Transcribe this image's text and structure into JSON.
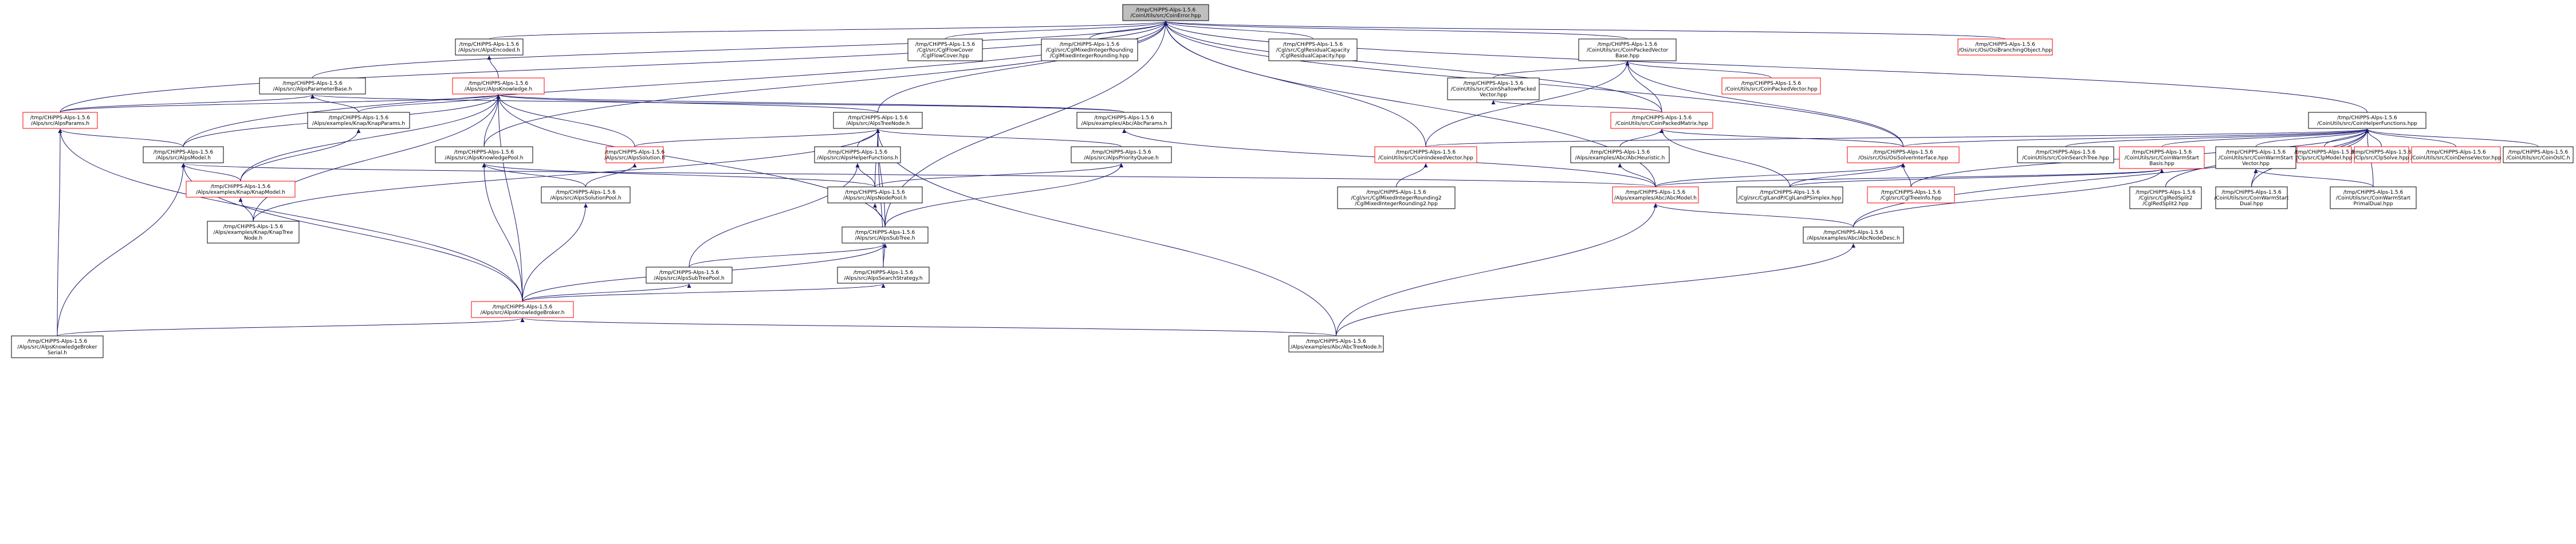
{
  "colors": {
    "edge": "#191970",
    "box_normal": "#000000",
    "box_incomplete": "#ff0000",
    "root_fill": "#bfbfbf"
  },
  "nodes": [
    {
      "id": "n0",
      "kind": "root",
      "lines": [
        "/tmp/CHiPPS-Alps-1.5.6",
        "/CoinUtils/src/CoinError.hpp"
      ]
    },
    {
      "id": "n1",
      "kind": "normal",
      "lines": [
        "/tmp/CHiPPS-Alps-1.5.6",
        "/Alps/src/AlpsEncoded.h"
      ]
    },
    {
      "id": "n2",
      "kind": "normal",
      "lines": [
        "/tmp/CHiPPS-Alps-1.5.6",
        "/Cgl/src/CglFlowCover",
        "/CglFlowCover.hpp"
      ]
    },
    {
      "id": "n3",
      "kind": "normal",
      "lines": [
        "/tmp/CHiPPS-Alps-1.5.6",
        "/Cgl/src/CglMixedIntegerRounding",
        "/CglMixedIntegerRounding.hpp"
      ]
    },
    {
      "id": "n4",
      "kind": "normal",
      "lines": [
        "/tmp/CHiPPS-Alps-1.5.6",
        "/Cgl/src/CglResidualCapacity",
        "/CglResidualCapacity.hpp"
      ]
    },
    {
      "id": "n5",
      "kind": "normal",
      "lines": [
        "/tmp/CHiPPS-Alps-1.5.6",
        "/CoinUtils/src/CoinPackedVector",
        "Base.hpp"
      ]
    },
    {
      "id": "n6",
      "kind": "incomplete",
      "lines": [
        "/tmp/CHiPPS-Alps-1.5.6",
        "/Osi/src/Osi/OsiBranchingObject.hpp"
      ]
    },
    {
      "id": "n7",
      "kind": "normal",
      "lines": [
        "/tmp/CHiPPS-Alps-1.5.6",
        "/Alps/src/AlpsParameterBase.h"
      ]
    },
    {
      "id": "n8",
      "kind": "incomplete",
      "lines": [
        "/tmp/CHiPPS-Alps-1.5.6",
        "/Alps/src/AlpsKnowledge.h"
      ]
    },
    {
      "id": "n9",
      "kind": "normal",
      "lines": [
        "/tmp/CHiPPS-Alps-1.5.6",
        "/CoinUtils/src/CoinShallowPacked",
        "Vector.hpp"
      ]
    },
    {
      "id": "n10",
      "kind": "incomplete",
      "lines": [
        "/tmp/CHiPPS-Alps-1.5.6",
        "/CoinUtils/src/CoinPackedVector.hpp"
      ]
    },
    {
      "id": "n11",
      "kind": "incomplete",
      "lines": [
        "/tmp/CHiPPS-Alps-1.5.6",
        "/Alps/src/AlpsParams.h"
      ]
    },
    {
      "id": "n12",
      "kind": "normal",
      "lines": [
        "/tmp/CHiPPS-Alps-1.5.6",
        "/Alps/examples/Knap/KnapParams.h"
      ]
    },
    {
      "id": "n13",
      "kind": "normal",
      "lines": [
        "/tmp/CHiPPS-Alps-1.5.6",
        "/Alps/src/AlpsTreeNode.h"
      ]
    },
    {
      "id": "n14",
      "kind": "normal",
      "lines": [
        "/tmp/CHiPPS-Alps-1.5.6",
        "/Alps/examples/Abc/AbcParams.h"
      ]
    },
    {
      "id": "n15",
      "kind": "incomplete",
      "lines": [
        "/tmp/CHiPPS-Alps-1.5.6",
        "/CoinUtils/src/CoinPackedMatrix.hpp"
      ]
    },
    {
      "id": "n16",
      "kind": "normal",
      "lines": [
        "/tmp/CHiPPS-Alps-1.5.6",
        "/CoinUtils/src/CoinHelperFunctions.hpp"
      ]
    },
    {
      "id": "n17",
      "kind": "normal",
      "lines": [
        "/tmp/CHiPPS-Alps-1.5.6",
        "/Alps/src/AlpsModel.h"
      ]
    },
    {
      "id": "n18",
      "kind": "normal",
      "lines": [
        "/tmp/CHiPPS-Alps-1.5.6",
        "/Alps/src/AlpsKnowledgePool.h"
      ]
    },
    {
      "id": "n19",
      "kind": "incomplete",
      "lines": [
        "/tmp/CHiPPS-Alps-1.5.6",
        "/Alps/src/AlpsSolution.h"
      ]
    },
    {
      "id": "n20",
      "kind": "normal",
      "lines": [
        "/tmp/CHiPPS-Alps-1.5.6",
        "/Alps/src/AlpsHelperFunctions.h"
      ]
    },
    {
      "id": "n21",
      "kind": "normal",
      "lines": [
        "/tmp/CHiPPS-Alps-1.5.6",
        "/Alps/src/AlpsPriorityQueue.h"
      ]
    },
    {
      "id": "n22",
      "kind": "incomplete",
      "lines": [
        "/tmp/CHiPPS-Alps-1.5.6",
        "/CoinUtils/src/CoinIndexedVector.hpp"
      ]
    },
    {
      "id": "n23",
      "kind": "normal",
      "lines": [
        "/tmp/CHiPPS-Alps-1.5.6",
        "/Alps/examples/Abc/AbcHeuristic.h"
      ]
    },
    {
      "id": "n24",
      "kind": "incomplete",
      "lines": [
        "/tmp/CHiPPS-Alps-1.5.6",
        "/Osi/src/Osi/OsiSolverInterface.hpp"
      ]
    },
    {
      "id": "n25",
      "kind": "normal",
      "lines": [
        "/tmp/CHiPPS-Alps-1.5.6",
        "/CoinUtils/src/CoinSearchTree.hpp"
      ]
    },
    {
      "id": "n26",
      "kind": "incomplete",
      "lines": [
        "/tmp/CHiPPS-Alps-1.5.6",
        "/CoinUtils/src/CoinWarmStart",
        "Basis.hpp"
      ]
    },
    {
      "id": "n27",
      "kind": "normal",
      "lines": [
        "/tmp/CHiPPS-Alps-1.5.6",
        "/CoinUtils/src/CoinWarmStart",
        "Vector.hpp"
      ]
    },
    {
      "id": "n28",
      "kind": "incomplete",
      "lines": [
        "/tmp/CHiPPS-Alps-1.5.6",
        "/Clp/src/ClpModel.hpp"
      ]
    },
    {
      "id": "n29",
      "kind": "incomplete",
      "lines": [
        "/tmp/CHiPPS-Alps-1.5.6",
        "/Clp/src/ClpSolve.hpp"
      ]
    },
    {
      "id": "n30",
      "kind": "incomplete",
      "lines": [
        "/tmp/CHiPPS-Alps-1.5.6",
        "/CoinUtils/src/CoinDenseVector.hpp"
      ]
    },
    {
      "id": "n31",
      "kind": "normal",
      "lines": [
        "/tmp/CHiPPS-Alps-1.5.6",
        "/CoinUtils/src/CoinOslC.h"
      ]
    },
    {
      "id": "n32",
      "kind": "incomplete",
      "lines": [
        "/tmp/CHiPPS-Alps-1.5.6",
        "/Alps/examples/Knap/KnapModel.h"
      ]
    },
    {
      "id": "n33",
      "kind": "normal",
      "lines": [
        "/tmp/CHiPPS-Alps-1.5.6",
        "/Alps/src/AlpsSolutionPool.h"
      ]
    },
    {
      "id": "n34",
      "kind": "normal",
      "lines": [
        "/tmp/CHiPPS-Alps-1.5.6",
        "/Alps/src/AlpsNodePool.h"
      ]
    },
    {
      "id": "n35",
      "kind": "normal",
      "lines": [
        "/tmp/CHiPPS-Alps-1.5.6",
        "/Cgl/src/CglMixedIntegerRounding2",
        "/CglMixedIntegerRounding2.hpp"
      ]
    },
    {
      "id": "n36",
      "kind": "incomplete",
      "lines": [
        "/tmp/CHiPPS-Alps-1.5.6",
        "/Alps/examples/Abc/AbcModel.h"
      ]
    },
    {
      "id": "n37",
      "kind": "normal",
      "lines": [
        "/tmp/CHiPPS-Alps-1.5.6",
        "/Cgl/src/CglLandP/CglLandPSimplex.hpp"
      ]
    },
    {
      "id": "n38",
      "kind": "incomplete",
      "lines": [
        "/tmp/CHiPPS-Alps-1.5.6",
        "/Cgl/src/CglTreeInfo.hpp"
      ]
    },
    {
      "id": "n39",
      "kind": "normal",
      "lines": [
        "/tmp/CHiPPS-Alps-1.5.6",
        "/Cgl/src/CglRedSplit2",
        "/CglRedSplit2.hpp"
      ]
    },
    {
      "id": "n40",
      "kind": "normal",
      "lines": [
        "/tmp/CHiPPS-Alps-1.5.6",
        "/CoinUtils/src/CoinWarmStart",
        "Dual.hpp"
      ]
    },
    {
      "id": "n41",
      "kind": "normal",
      "lines": [
        "/tmp/CHiPPS-Alps-1.5.6",
        "/CoinUtils/src/CoinWarmStart",
        "PrimalDual.hpp"
      ]
    },
    {
      "id": "n42",
      "kind": "normal",
      "lines": [
        "/tmp/CHiPPS-Alps-1.5.6",
        "/Alps/examples/Knap/KnapTree",
        "Node.h"
      ]
    },
    {
      "id": "n43",
      "kind": "normal",
      "lines": [
        "/tmp/CHiPPS-Alps-1.5.6",
        "/Alps/src/AlpsSubTree.h"
      ]
    },
    {
      "id": "n44",
      "kind": "normal",
      "lines": [
        "/tmp/CHiPPS-Alps-1.5.6",
        "/Alps/examples/Abc/AbcNodeDesc.h"
      ]
    },
    {
      "id": "n45",
      "kind": "normal",
      "lines": [
        "/tmp/CHiPPS-Alps-1.5.6",
        "/Alps/src/AlpsSubTreePool.h"
      ]
    },
    {
      "id": "n46",
      "kind": "normal",
      "lines": [
        "/tmp/CHiPPS-Alps-1.5.6",
        "/Alps/src/AlpsSearchStrategy.h"
      ]
    },
    {
      "id": "n47",
      "kind": "incomplete",
      "lines": [
        "/tmp/CHiPPS-Alps-1.5.6",
        "/Alps/src/AlpsKnowledgeBroker.h"
      ]
    },
    {
      "id": "n48",
      "kind": "normal",
      "lines": [
        "/tmp/CHiPPS-Alps-1.5.6",
        "/Alps/src/AlpsKnowledgeBroker",
        "Serial.h"
      ]
    },
    {
      "id": "n49",
      "kind": "normal",
      "lines": [
        "/tmp/CHiPPS-Alps-1.5.6",
        "/Alps/examples/Abc/AbcTreeNode.h"
      ]
    }
  ],
  "edges": [
    [
      "n1",
      "n0"
    ],
    [
      "n2",
      "n0"
    ],
    [
      "n3",
      "n0"
    ],
    [
      "n4",
      "n0"
    ],
    [
      "n5",
      "n0"
    ],
    [
      "n6",
      "n0"
    ],
    [
      "n7",
      "n0"
    ],
    [
      "n11",
      "n0"
    ],
    [
      "n13",
      "n0"
    ],
    [
      "n15",
      "n0"
    ],
    [
      "n16",
      "n0"
    ],
    [
      "n17",
      "n0"
    ],
    [
      "n18",
      "n0"
    ],
    [
      "n24",
      "n0"
    ],
    [
      "n43",
      "n0"
    ],
    [
      "n36",
      "n0"
    ],
    [
      "n22",
      "n0"
    ],
    [
      "n8",
      "n1"
    ],
    [
      "n9",
      "n5"
    ],
    [
      "n10",
      "n5"
    ],
    [
      "n15",
      "n5"
    ],
    [
      "n22",
      "n5"
    ],
    [
      "n24",
      "n5"
    ],
    [
      "n15",
      "n9"
    ],
    [
      "n11",
      "n7"
    ],
    [
      "n12",
      "n7"
    ],
    [
      "n14",
      "n7"
    ],
    [
      "n11",
      "n8"
    ],
    [
      "n12",
      "n8"
    ],
    [
      "n13",
      "n8"
    ],
    [
      "n14",
      "n8"
    ],
    [
      "n17",
      "n8"
    ],
    [
      "n18",
      "n8"
    ],
    [
      "n19",
      "n8"
    ],
    [
      "n32",
      "n8"
    ],
    [
      "n43",
      "n8"
    ],
    [
      "n47",
      "n8"
    ],
    [
      "n42",
      "n8"
    ],
    [
      "n17",
      "n11"
    ],
    [
      "n47",
      "n11"
    ],
    [
      "n48",
      "n11"
    ],
    [
      "n32",
      "n12"
    ],
    [
      "n19",
      "n13"
    ],
    [
      "n20",
      "n13"
    ],
    [
      "n21",
      "n13"
    ],
    [
      "n34",
      "n13"
    ],
    [
      "n43",
      "n13"
    ],
    [
      "n46",
      "n13"
    ],
    [
      "n42",
      "n13"
    ],
    [
      "n49",
      "n13"
    ],
    [
      "n36",
      "n14"
    ],
    [
      "n23",
      "n15"
    ],
    [
      "n24",
      "n15"
    ],
    [
      "n37",
      "n15"
    ],
    [
      "n22",
      "n16"
    ],
    [
      "n24",
      "n16"
    ],
    [
      "n25",
      "n16"
    ],
    [
      "n26",
      "n16"
    ],
    [
      "n27",
      "n16"
    ],
    [
      "n28",
      "n16"
    ],
    [
      "n29",
      "n16"
    ],
    [
      "n30",
      "n16"
    ],
    [
      "n31",
      "n16"
    ],
    [
      "n38",
      "n16"
    ],
    [
      "n39",
      "n16"
    ],
    [
      "n40",
      "n16"
    ],
    [
      "n41",
      "n16"
    ],
    [
      "n44",
      "n16"
    ],
    [
      "n32",
      "n17"
    ],
    [
      "n36",
      "n17"
    ],
    [
      "n47",
      "n17"
    ],
    [
      "n48",
      "n17"
    ],
    [
      "n33",
      "n18"
    ],
    [
      "n34",
      "n18"
    ],
    [
      "n47",
      "n18"
    ],
    [
      "n33",
      "n19"
    ],
    [
      "n34",
      "n20"
    ],
    [
      "n45",
      "n20"
    ],
    [
      "n43",
      "n21"
    ],
    [
      "n34",
      "n21"
    ],
    [
      "n35",
      "n22"
    ],
    [
      "n36",
      "n23"
    ],
    [
      "n36",
      "n24"
    ],
    [
      "n37",
      "n24"
    ],
    [
      "n38",
      "n24"
    ],
    [
      "n36",
      "n26"
    ],
    [
      "n37",
      "n26"
    ],
    [
      "n44",
      "n26"
    ],
    [
      "n40",
      "n27"
    ],
    [
      "n41",
      "n27"
    ],
    [
      "n42",
      "n32"
    ],
    [
      "n47",
      "n33"
    ],
    [
      "n43",
      "n34"
    ],
    [
      "n44",
      "n36"
    ],
    [
      "n49",
      "n36"
    ],
    [
      "n45",
      "n43"
    ],
    [
      "n46",
      "n43"
    ],
    [
      "n47",
      "n43"
    ],
    [
      "n47",
      "n45"
    ],
    [
      "n47",
      "n46"
    ],
    [
      "n48",
      "n47"
    ],
    [
      "n49",
      "n47"
    ],
    [
      "n49",
      "n44"
    ]
  ]
}
